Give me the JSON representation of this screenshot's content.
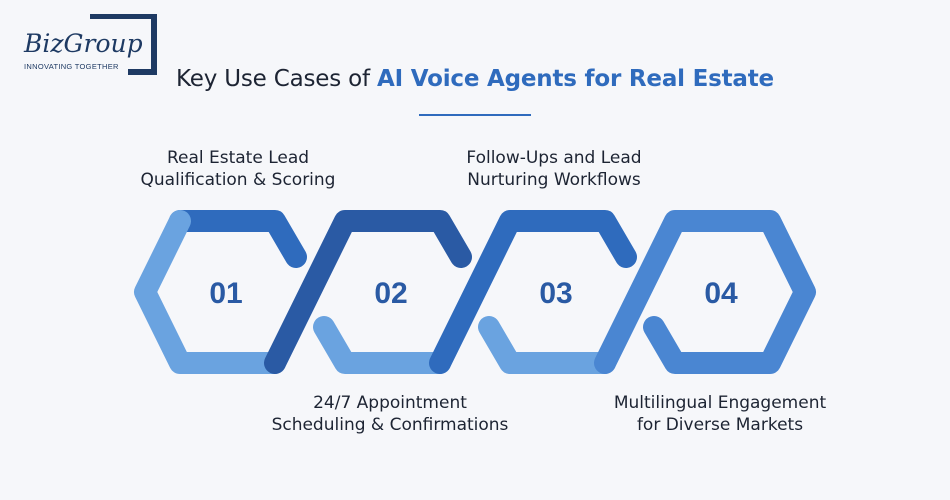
{
  "logo": {
    "text": "BizGroup",
    "tagline": "INNOVATING TOGETHER"
  },
  "title": {
    "prefix": "Key Use Cases of ",
    "highlight": "AI Voice Agents for Real Estate"
  },
  "colors": {
    "primary": "#2f6bbd",
    "dark": "#2a5aa4",
    "light": "#6aa3e0",
    "text": "#1d2433",
    "background": "#f6f7fa"
  },
  "steps": [
    {
      "number": "01",
      "line1": "Real Estate Lead",
      "line2": "Qualification & Scoring"
    },
    {
      "number": "02",
      "line1": "24/7 Appointment",
      "line2": "Scheduling & Confirmations"
    },
    {
      "number": "03",
      "line1": "Follow-Ups and Lead",
      "line2": "Nurturing Workflows"
    },
    {
      "number": "04",
      "line1": "Multilingual Engagement",
      "line2": "for Diverse Markets"
    }
  ]
}
